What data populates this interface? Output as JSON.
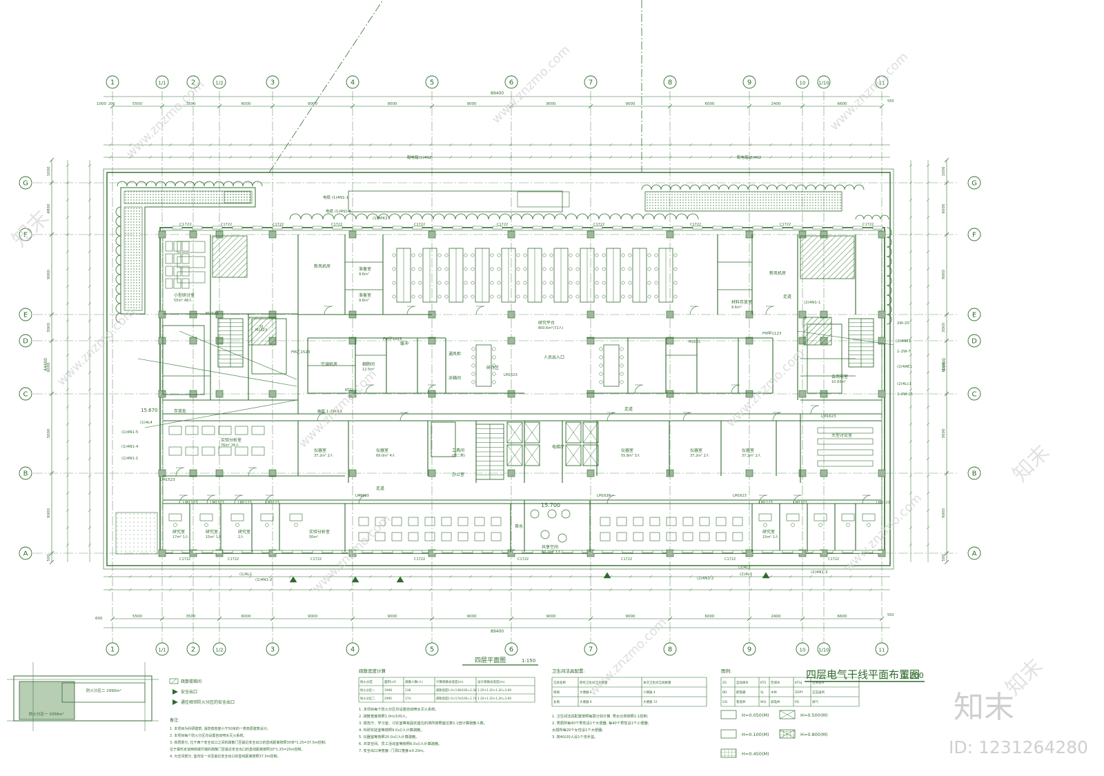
{
  "colors": {
    "line": "#2f6a2c",
    "line_light": "#6f9a6a",
    "hatch": "#3c7a38",
    "watermark": "#d0d0d0",
    "paper": "#ffffff"
  },
  "drawing": {
    "title": "四层电气干线平面布置图",
    "scale": "1:200",
    "sub_title": "四层平面图",
    "sub_scale": "1:150",
    "total_width": "89400",
    "total_depth": "44400",
    "elevation_main": "15.700",
    "elevation_side": "15.670"
  },
  "grid": {
    "columns": [
      "1",
      "1/1",
      "2",
      "1/2",
      "3",
      "4",
      "5",
      "6",
      "7",
      "8",
      "9",
      "10",
      "1/10",
      "11"
    ],
    "rows": [
      "G",
      "F",
      "E",
      "D",
      "C",
      "B",
      "A"
    ],
    "top_spans": [
      "5500",
      "3500",
      "6000",
      "9000",
      "9000",
      "9000",
      "9000",
      "9000",
      "6000",
      "2400",
      "6600"
    ],
    "top_edges": [
      "1000",
      "200",
      "550"
    ],
    "bottom_spans": [
      "5500",
      "3500",
      "6000",
      "9000",
      "9000",
      "9000",
      "9000",
      "9000",
      "6000",
      "2400",
      "6600"
    ],
    "bottom_edges": [
      "600",
      "550"
    ],
    "left_spans": [
      "1000",
      "4800",
      "9000",
      "3000",
      "6000",
      "3000",
      "9000",
      "500"
    ],
    "right_spans": [
      "1000",
      "6000",
      "9000",
      "3000",
      "6000",
      "3000",
      "9000",
      "500"
    ]
  },
  "rooms": [
    {
      "label": "小型研讨室",
      "sub": "55m²  48人"
    },
    {
      "label": "新风机房",
      "sub": ""
    },
    {
      "label": "准备室",
      "sub": "9.6m²"
    },
    {
      "label": "准备室",
      "sub": "9.6m²"
    },
    {
      "label": "研究平台",
      "sub": "800.6m²(72人)"
    },
    {
      "label": "人员出入口",
      "sub": ""
    },
    {
      "label": "材料存放室",
      "sub": "9.6m²"
    },
    {
      "label": "新风机房",
      "sub": ""
    },
    {
      "label": "空调机房",
      "sub": ""
    },
    {
      "label": "细胞间",
      "sub": "12.5m²"
    },
    {
      "label": "缓冲",
      "sub": ""
    },
    {
      "label": "通风柜",
      "sub": ""
    },
    {
      "label": "冰箱间",
      "sub": ""
    },
    {
      "label": "研讨区",
      "sub": ""
    },
    {
      "label": "会用前室",
      "sub": "10.83m²"
    },
    {
      "label": "存放处",
      "sub": ""
    },
    {
      "label": "实验分析室",
      "sub": "76m²  26人"
    },
    {
      "label": "仪器室",
      "sub": "37.2m²  2人"
    },
    {
      "label": "仪器室",
      "sub": "69.0m²  4人"
    },
    {
      "label": "工具间",
      "sub": "(药二类)"
    },
    {
      "label": "办公室",
      "sub": ""
    },
    {
      "label": "电梯厅",
      "sub": ""
    },
    {
      "label": "仪器室",
      "sub": "55.8m²  3人"
    },
    {
      "label": "仪器室",
      "sub": "37.2m²  2人"
    },
    {
      "label": "仪器室",
      "sub": "37.2m²  2人"
    },
    {
      "label": "大型讨论室",
      "sub": ""
    },
    {
      "label": "走道",
      "sub": ""
    },
    {
      "label": "研究室",
      "sub": "17m²  1人"
    },
    {
      "label": "研究室",
      "sub": "15m²  1人"
    },
    {
      "label": "研究室",
      "sub": "2人"
    },
    {
      "label": "实验分析室",
      "sub": "50m²"
    },
    {
      "label": "共享空间",
      "sub": "60.7m²  7人"
    },
    {
      "label": "茶水",
      "sub": ""
    },
    {
      "label": "研究室",
      "sub": "15m²  1人"
    }
  ],
  "equipment_labels": [
    "配电箱(1)4N2",
    "配电箱(2)4N2",
    "电缆 (1)4N1-6",
    "电缆 (1)4N1-1",
    "(1)4PK2",
    "电缆 1-2W-13",
    "(1)4L4",
    "(1)4N1-5",
    "(1)4N1-4",
    "(1)4N1-1",
    "(2)4N1-1",
    "2W-20",
    "(2)4NE1",
    "1-2W-7",
    "(2)4AE1",
    "(2)4Lc1",
    "1-2W-15",
    "(1)4L2",
    "(1)4N1-2",
    "(2)4L2",
    "(2)4L3",
    "(2)4N1-3",
    "(2)4N1-2",
    "FM乙1523",
    "FM甲1123",
    "FM甲1023",
    "LM1623",
    "LM1123",
    "LM1523",
    "M1023",
    "C1722",
    "KTGJ",
    "SJ"
  ],
  "fire_zone": {
    "zone_two": "防火分区二 2990m²",
    "zone_one": "防火分区一 1056m²",
    "legend": [
      "疏散楼梯间",
      "安全出口",
      "通往相邻防火分区的安全出口"
    ],
    "notes_title": "备注:",
    "notes": [
      "1. 本项目为科研建筑, 消防按高度小于50米的一类高层建筑设计。",
      "2. 本项目每个防火分区均设置自动喷水灭火系统。",
      "3. 高层部分, 位于两个安全出口之间的疏散门至最近安全出口的直线距离按照30米*1.25=37.5m控制;",
      "   位于袋形走道两侧或尽端的疏散门至最近安全出口的直线距离按照20*1.25=25m控制。",
      "4. 大空间部分, 室内任一点至最近安全出口的直线距离按照37.5m控制。"
    ]
  },
  "evacuation": {
    "title": "疏散宽度计算",
    "headers": [
      "防火分区",
      "面积(㎡)",
      "疏散人数(人)",
      "计算疏散总宽度(m)",
      "设计疏散总宽度(m)"
    ],
    "rows": [
      [
        "防火分区一",
        "1968",
        "138",
        "疏散宽度1.0×138/100=1.38",
        "1.20+1.20+1.20=3.60"
      ],
      [
        "防火分区二",
        "2990",
        "174",
        "疏散宽度1.0×174/100=1.74",
        "1.20+1.20+1.20=3.60"
      ]
    ],
    "notes": [
      "1. 本项目每个防火分区均设置自动喷水灭火系统。",
      "2. 疏散宽度按照1.0m/100人。",
      "3. 报告厅、学习室、讨论室等有固定座位的场所按照座位数1.1倍计算疏散人数。",
      "4. 科研实验室等按照9.0㎡/人计算疏散。",
      "5. 仪器室等按照20.0㎡/人计算疏散。",
      "6. 共享空间、员工活动室等按照6.0㎡/人计算疏散。",
      "7. 安全出口净宽度: 门洞口宽度≥0.20m。"
    ]
  },
  "sanitary": {
    "title": "卫生间洁具配置:",
    "headers": [
      "洁具名称",
      "原有卫生间洁具数量",
      "本次卫生间洁具数量"
    ],
    "rows": [
      [
        "男厕",
        "大便器 6",
        "小便器 4"
      ],
      [
        "女厕",
        "大便器 6",
        "大便器 12"
      ]
    ],
    "notes": [
      "1. 卫生间洁具配置按照每层分别计算, 男女比例按照1:1控制;",
      "2. 男厕所每40个男性设1个大便器, 每40个男性设1个小便器;",
      "   女厕所每20个女性设1个大便器;",
      "3. 按40/20人设1个洗手盆。"
    ]
  },
  "legend": {
    "title": "图例:",
    "codes": [
      [
        "ZS",
        "自动喷水",
        "KTS",
        "空调水",
        "KTGJ",
        "空调管井"
      ],
      [
        "BD",
        "配电箱",
        "SJ",
        "水井",
        "ZDPY",
        "正压送风"
      ],
      [
        "GD",
        "管道井",
        "WQ",
        "弱电井",
        "PG",
        "排气"
      ]
    ],
    "heights": [
      "H=0.050(M)",
      "H=0.500(M)",
      "H=0.100(M)",
      "H=0.800(M)",
      "H=0.450(M)"
    ]
  },
  "watermark": {
    "site": "www.znzmo.com",
    "brand": "知末",
    "id_text": "ID: 1231264280"
  }
}
